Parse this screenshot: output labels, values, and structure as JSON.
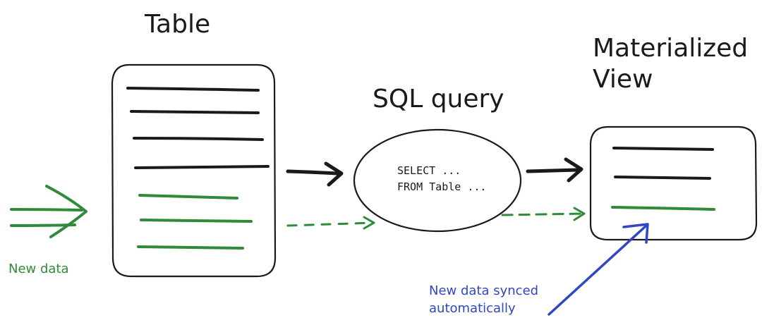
{
  "diagram": {
    "table_title": "Table",
    "query_title": "SQL query",
    "view_title_line1": "Materialized",
    "view_title_line2": "View",
    "query_code_line1": "SELECT ...",
    "query_code_line2": "FROM Table ...",
    "new_data_label": "New data",
    "synced_label_line1": "New data synced",
    "synced_label_line2": "automatically"
  },
  "colors": {
    "ink": "#1a1a1a",
    "new_data": "#2f8a3a",
    "annotation": "#2f47c4"
  }
}
